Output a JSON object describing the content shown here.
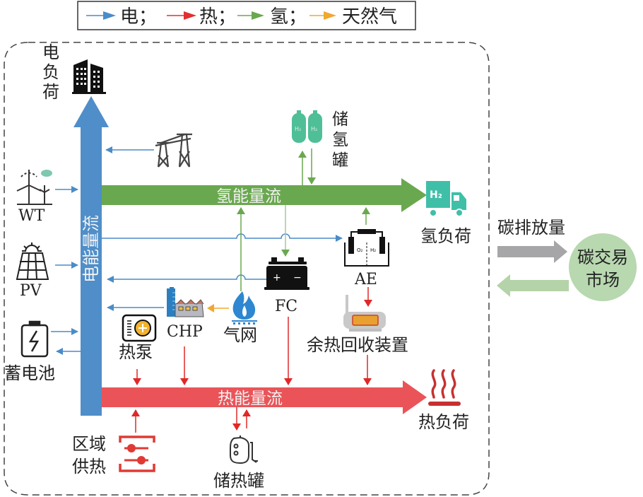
{
  "legend": {
    "items": [
      {
        "label": "电；",
        "color": "#4a8cc8"
      },
      {
        "label": "热；",
        "color": "#e03030"
      },
      {
        "label": "氢；",
        "color": "#6aa84f"
      },
      {
        "label": "天然气",
        "color": "#f0a830"
      }
    ]
  },
  "colors": {
    "electric": "#4f8ec9",
    "heat": "#ea5459",
    "hydrogen": "#6aa84f",
    "gas": "#f0a830",
    "carbon_out": "#a6a6a8",
    "carbon_in": "#b5d3a8",
    "carbon_market": "#b8d8b0",
    "h2_teal": "#3fbfa8"
  },
  "flows": {
    "electric": "电能量流",
    "hydrogen": "氢能量流",
    "heat": "热能量流"
  },
  "nodes": {
    "electric_load": "电负荷",
    "wt": "WT",
    "pv": "PV",
    "battery": "蓄电池",
    "heat_pump": "热泵",
    "chp": "CHP",
    "gas_grid": "气网",
    "fc": "FC",
    "ae": "AE",
    "h2_storage": "储氢罐",
    "h2_load": "氢负荷",
    "waste_heat": "余热回收装置",
    "heat_load": "热负荷",
    "district_heating": "区域供热",
    "heat_storage": "储热罐"
  },
  "carbon": {
    "emission_label": "碳排放量",
    "market_line1": "碳交易",
    "market_line2": "市场"
  },
  "icon_text": {
    "h2_truck": "H₂",
    "tank_left": "H₂",
    "tank_right": "H₂",
    "fc_plus": "+",
    "fc_minus": "−",
    "ae_o2": "O₂",
    "ae_h2": "H₂"
  }
}
